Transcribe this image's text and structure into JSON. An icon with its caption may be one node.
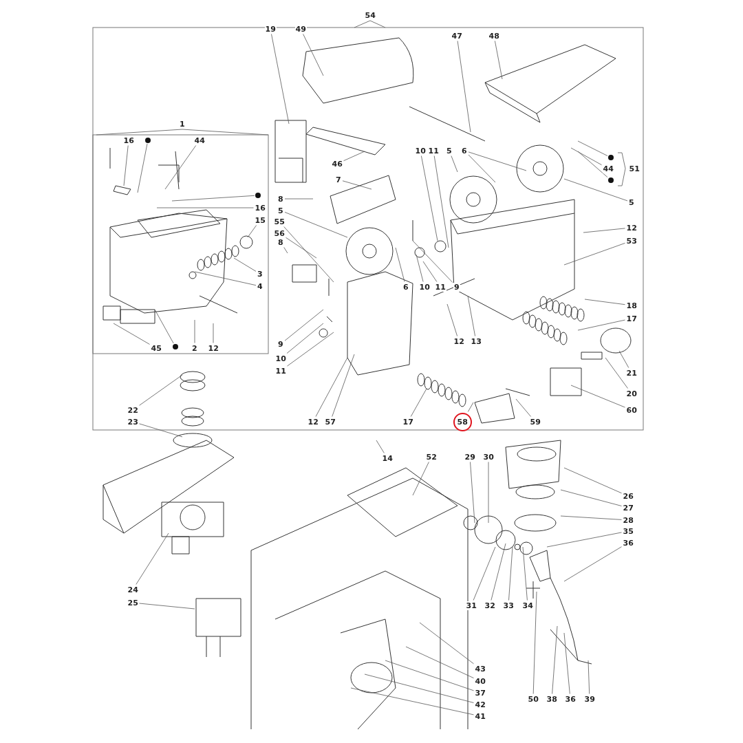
{
  "diagram": {
    "nodes": [
      {
        "text": [
          "54"
        ]
      },
      {
        "text": [
          "19"
        ]
      },
      {
        "text": [
          "49"
        ]
      },
      {
        "text": [
          "47"
        ]
      },
      {
        "text": [
          "48"
        ]
      },
      {
        "text": [
          "1"
        ]
      },
      {
        "text": [
          "16"
        ]
      },
      {
        "text": [],
        "shape": "circle"
      },
      {
        "text": [
          "44"
        ]
      },
      {
        "text": [],
        "shape": "circle"
      },
      {
        "text": [
          "16"
        ]
      },
      {
        "text": [
          "15"
        ]
      },
      {
        "text": [
          "3"
        ]
      },
      {
        "text": [
          "4"
        ]
      },
      {
        "text": [
          "45"
        ]
      },
      {
        "text": [],
        "shape": "circle"
      },
      {
        "text": [
          "2"
        ]
      },
      {
        "text": [
          "12"
        ]
      },
      {
        "text": [
          "46"
        ]
      },
      {
        "text": [
          "7"
        ]
      },
      {
        "text": [
          "8"
        ]
      },
      {
        "text": [
          "5"
        ]
      },
      {
        "text": [
          "55"
        ]
      },
      {
        "text": [
          "56"
        ]
      },
      {
        "text": [
          "8"
        ]
      },
      {
        "text": [
          "9"
        ]
      },
      {
        "text": [
          "10"
        ]
      },
      {
        "text": [
          "11"
        ]
      },
      {
        "text": [
          "10"
        ]
      },
      {
        "text": [
          "11"
        ]
      },
      {
        "text": [
          "5"
        ]
      },
      {
        "text": [
          "6"
        ]
      },
      {
        "text": [
          "6"
        ]
      },
      {
        "text": [
          "10"
        ]
      },
      {
        "text": [
          "11"
        ]
      },
      {
        "text": [
          "9"
        ]
      },
      {
        "text": [
          "12"
        ]
      },
      {
        "text": [
          "13"
        ]
      },
      {
        "text": [
          "12"
        ]
      },
      {
        "text": [
          "57"
        ]
      },
      {
        "text": [
          "17"
        ]
      },
      {
        "text": [
          "58"
        ]
      },
      {
        "text": [
          "59"
        ]
      },
      {
        "text": [],
        "shape": "circle"
      },
      {
        "text": [
          "44"
        ]
      },
      {
        "text": [],
        "shape": "circle"
      },
      {
        "text": [
          "51"
        ]
      },
      {
        "text": [
          "5"
        ]
      },
      {
        "text": [
          "12"
        ]
      },
      {
        "text": [
          "53"
        ]
      },
      {
        "text": [
          "18"
        ]
      },
      {
        "text": [
          "17"
        ]
      },
      {
        "text": [
          "21"
        ]
      },
      {
        "text": [
          "20"
        ]
      },
      {
        "text": [
          "60"
        ]
      },
      {
        "text": [
          "22"
        ]
      },
      {
        "text": [
          "23"
        ]
      },
      {
        "text": [
          "14"
        ]
      },
      {
        "text": [
          "52"
        ]
      },
      {
        "text": [
          "29"
        ]
      },
      {
        "text": [
          "30"
        ]
      },
      {
        "text": [
          "26"
        ]
      },
      {
        "text": [
          "27"
        ]
      },
      {
        "text": [
          "28"
        ]
      },
      {
        "text": [
          "35"
        ]
      },
      {
        "text": [
          "36"
        ]
      },
      {
        "text": [
          "24"
        ]
      },
      {
        "text": [
          "25"
        ]
      },
      {
        "text": [
          "31"
        ]
      },
      {
        "text": [
          "32"
        ]
      },
      {
        "text": [
          "33"
        ]
      },
      {
        "text": [
          "34"
        ]
      },
      {
        "text": [
          "43"
        ]
      },
      {
        "text": [
          "40"
        ]
      },
      {
        "text": [
          "37"
        ]
      },
      {
        "text": [
          "42"
        ]
      },
      {
        "text": [
          "41"
        ]
      },
      {
        "text": [
          "50"
        ]
      },
      {
        "text": [
          "38"
        ]
      },
      {
        "text": [
          "36"
        ]
      },
      {
        "text": [
          "39"
        ]
      }
    ],
    "edges": [
      {
        "from": 1,
        "to": null,
        "arrow": "none"
      },
      {
        "from": 2,
        "to": null,
        "arrow": "none"
      },
      {
        "from": 3,
        "to": null,
        "arrow": "none"
      },
      {
        "from": 4,
        "to": null,
        "arrow": "none"
      },
      {
        "from": 6,
        "to": null,
        "arrow": "none"
      },
      {
        "from": 7,
        "to": null,
        "arrow": "none"
      },
      {
        "from": 8,
        "to": null,
        "arrow": "none"
      },
      {
        "from": 9,
        "to": null,
        "arrow": "none"
      },
      {
        "from": 10,
        "to": null,
        "arrow": "none"
      },
      {
        "from": 11,
        "to": null,
        "arrow": "none"
      },
      {
        "from": 12,
        "to": null,
        "arrow": "none"
      },
      {
        "from": 13,
        "to": null,
        "arrow": "none"
      },
      {
        "from": 14,
        "to": null,
        "arrow": "none"
      },
      {
        "from": 15,
        "to": null,
        "arrow": "none"
      },
      {
        "from": 16,
        "to": null,
        "arrow": "none"
      },
      {
        "from": 17,
        "to": null,
        "arrow": "none"
      },
      {
        "from": 18,
        "to": null,
        "arrow": "none"
      },
      {
        "from": 19,
        "to": null,
        "arrow": "none"
      },
      {
        "from": 20,
        "to": null,
        "arrow": "none"
      },
      {
        "from": 21,
        "to": null,
        "arrow": "none"
      },
      {
        "from": 22,
        "to": null,
        "arrow": "none"
      },
      {
        "from": 23,
        "to": null,
        "arrow": "none"
      },
      {
        "from": 24,
        "to": null,
        "arrow": "none"
      },
      {
        "from": 25,
        "to": null,
        "arrow": "none"
      },
      {
        "from": 26,
        "to": null,
        "arrow": "none"
      },
      {
        "from": 27,
        "to": null,
        "arrow": "none"
      },
      {
        "from": 28,
        "to": null,
        "arrow": "none"
      },
      {
        "from": 29,
        "to": null,
        "arrow": "none"
      },
      {
        "from": 30,
        "to": null,
        "arrow": "none"
      },
      {
        "from": 31,
        "to": null,
        "arrow": "none"
      },
      {
        "from": 31,
        "to": null,
        "arrow": "none"
      },
      {
        "from": 32,
        "to": null,
        "arrow": "none"
      },
      {
        "from": 33,
        "to": null,
        "arrow": "none"
      },
      {
        "from": 34,
        "to": null,
        "arrow": "none"
      },
      {
        "from": 35,
        "to": null,
        "arrow": "none"
      },
      {
        "from": 36,
        "to": null,
        "arrow": "none"
      },
      {
        "from": 37,
        "to": null,
        "arrow": "none"
      },
      {
        "from": 38,
        "to": null,
        "arrow": "none"
      },
      {
        "from": 39,
        "to": null,
        "arrow": "none"
      },
      {
        "from": 40,
        "to": null,
        "arrow": "none"
      },
      {
        "from": 41,
        "to": null,
        "arrow": "none"
      },
      {
        "from": 42,
        "to": null,
        "arrow": "none"
      },
      {
        "from": 43,
        "to": null,
        "arrow": "none"
      },
      {
        "from": 44,
        "to": null,
        "arrow": "none"
      },
      {
        "from": 45,
        "to": null,
        "arrow": "none"
      },
      {
        "from": 47,
        "to": null,
        "arrow": "none"
      },
      {
        "from": 48,
        "to": null,
        "arrow": "none"
      },
      {
        "from": 49,
        "to": null,
        "arrow": "none"
      },
      {
        "from": 50,
        "to": null,
        "arrow": "none"
      },
      {
        "from": 51,
        "to": null,
        "arrow": "none"
      },
      {
        "from": 52,
        "to": null,
        "arrow": "none"
      },
      {
        "from": 53,
        "to": null,
        "arrow": "none"
      },
      {
        "from": 54,
        "to": null,
        "arrow": "none"
      },
      {
        "from": 55,
        "to": null,
        "arrow": "none"
      },
      {
        "from": 56,
        "to": null,
        "arrow": "none"
      },
      {
        "from": 57,
        "to": null,
        "arrow": "none"
      },
      {
        "from": 58,
        "to": null,
        "arrow": "none"
      },
      {
        "from": 59,
        "to": null,
        "arrow": "none"
      },
      {
        "from": 60,
        "to": null,
        "arrow": "none"
      },
      {
        "from": 61,
        "to": null,
        "arrow": "none"
      },
      {
        "from": 62,
        "to": null,
        "arrow": "none"
      },
      {
        "from": 63,
        "to": null,
        "arrow": "none"
      },
      {
        "from": 64,
        "to": null,
        "arrow": "none"
      },
      {
        "from": 65,
        "to": null,
        "arrow": "none"
      },
      {
        "from": 66,
        "to": null,
        "arrow": "none"
      },
      {
        "from": 67,
        "to": null,
        "arrow": "none"
      },
      {
        "from": 68,
        "to": null,
        "arrow": "none"
      },
      {
        "from": 69,
        "to": null,
        "arrow": "none"
      },
      {
        "from": 70,
        "to": null,
        "arrow": "none"
      },
      {
        "from": 71,
        "to": null,
        "arrow": "none"
      },
      {
        "from": 72,
        "to": null,
        "arrow": "none"
      },
      {
        "from": 73,
        "to": null,
        "arrow": "none"
      },
      {
        "from": 74,
        "to": null,
        "arrow": "none"
      },
      {
        "from": 75,
        "to": null,
        "arrow": "none"
      },
      {
        "from": 76,
        "to": null,
        "arrow": "none"
      },
      {
        "from": 77,
        "to": null,
        "arrow": "none"
      },
      {
        "from": 78,
        "to": null,
        "arrow": "none"
      },
      {
        "from": 79,
        "to": null,
        "arrow": "none"
      },
      {
        "from": 80,
        "to": null,
        "arrow": "none"
      }
    ]
  }
}
